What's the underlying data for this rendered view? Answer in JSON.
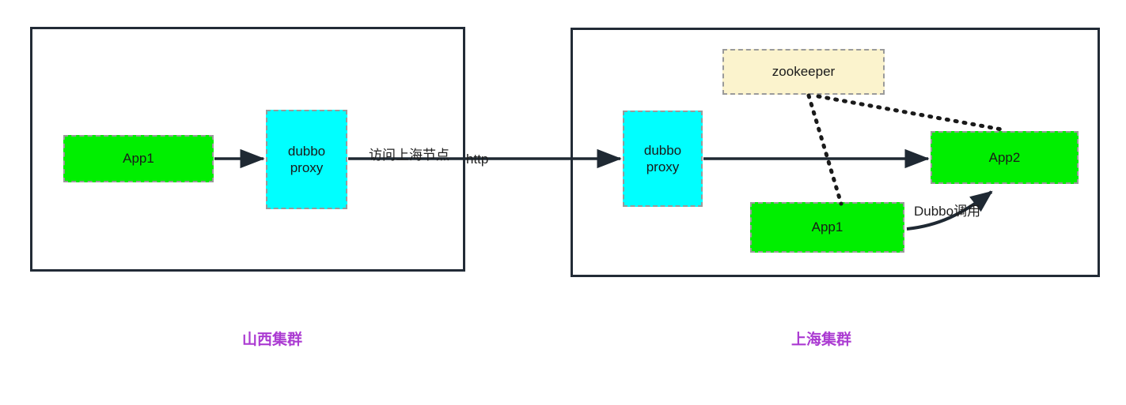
{
  "diagram": {
    "title": "",
    "colors": {
      "app_fill": "#00ef00",
      "proxy_fill": "#00ffff",
      "registry_fill": "#fbf3cd",
      "node_border": "#9a9a9a",
      "cluster_border": "#222b36",
      "caption_color": "#ab3bd2",
      "line_color": "#1f2933"
    },
    "clusters": [
      {
        "id": "shanxi",
        "caption": "山西集群",
        "nodes": [
          {
            "id": "sx-app1",
            "label": "App1",
            "type": "app"
          },
          {
            "id": "sx-proxy",
            "label": "dubbo\nproxy",
            "type": "proxy"
          }
        ]
      },
      {
        "id": "shanghai",
        "caption": "上海集群",
        "nodes": [
          {
            "id": "sh-proxy",
            "label": "dubbo\nproxy",
            "type": "proxy"
          },
          {
            "id": "sh-zk",
            "label": "zookeeper",
            "type": "registry"
          },
          {
            "id": "sh-app1",
            "label": "App1",
            "type": "app"
          },
          {
            "id": "sh-app2",
            "label": "App2",
            "type": "app"
          }
        ]
      }
    ],
    "edges": [
      {
        "id": "e1",
        "from": "sx-app1",
        "to": "sx-proxy",
        "label": "",
        "style": "solid"
      },
      {
        "id": "e2",
        "from": "sx-proxy",
        "to": "sh-proxy",
        "label": "访问上海节点",
        "sublabel": "http",
        "style": "solid"
      },
      {
        "id": "e3",
        "from": "sh-proxy",
        "to": "sh-app2",
        "label": "",
        "style": "solid"
      },
      {
        "id": "e4",
        "from": "sh-zk",
        "to": "sh-app1",
        "label": "",
        "style": "dotted"
      },
      {
        "id": "e5",
        "from": "sh-zk",
        "to": "sh-app2",
        "label": "",
        "style": "dotted"
      },
      {
        "id": "e6",
        "from": "sh-app1",
        "to": "sh-app2",
        "label": "Dubbo调用",
        "style": "solid"
      }
    ]
  }
}
